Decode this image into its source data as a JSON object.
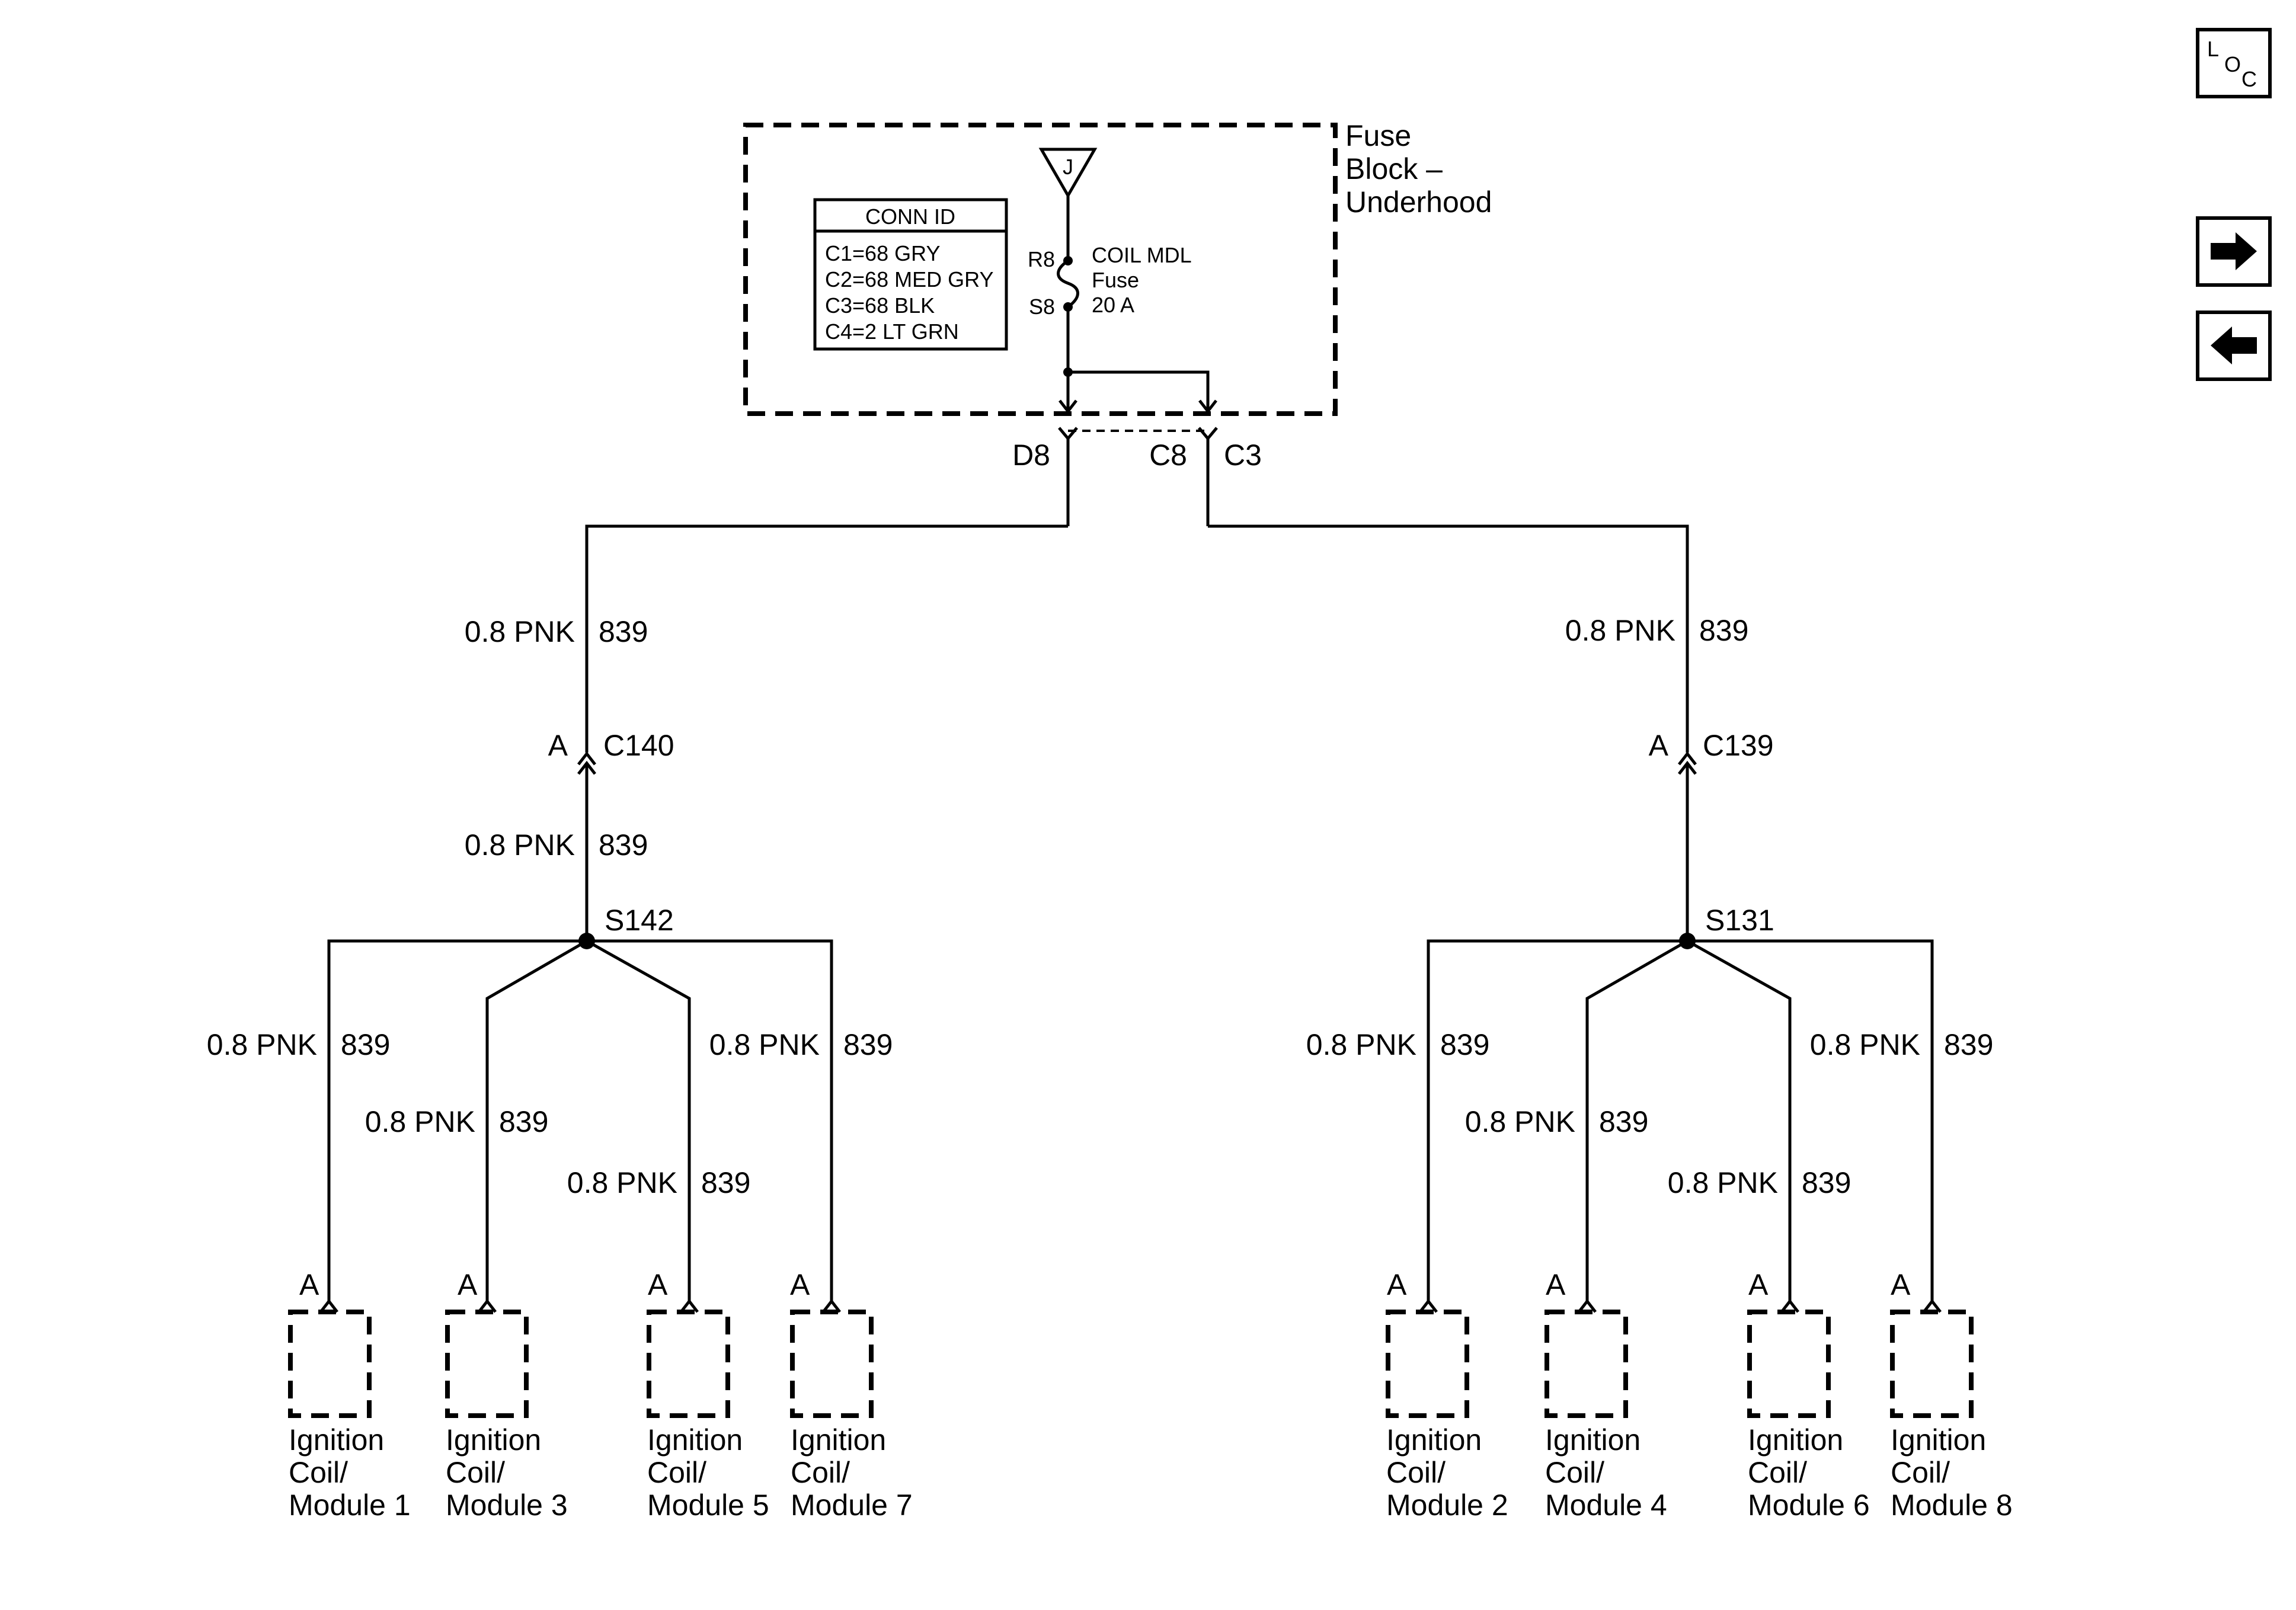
{
  "fuse_block": {
    "label_lines": [
      "Fuse",
      "Block –",
      "Underhood"
    ],
    "conn_id": {
      "title": "CONN ID",
      "rows": [
        "C1=68 GRY",
        "C2=68 MED GRY",
        "C3=68 BLK",
        "C4=2 LT GRN"
      ]
    },
    "bus_label": "J",
    "fuse": {
      "in_pin": "R8",
      "out_pin": "S8",
      "name_lines": [
        "COIL MDL",
        "Fuse",
        "20 A"
      ]
    },
    "outputs": {
      "left_pin": "D8",
      "right_pin": "C8",
      "right_connector": "C3"
    }
  },
  "wire_label": {
    "gauge_color": "0.8 PNK",
    "circuit": "839"
  },
  "branches": {
    "left": {
      "connector": {
        "pin": "A",
        "name": "C140"
      },
      "splice": "S142",
      "modules": [
        {
          "pin": "A",
          "lines": [
            "Ignition",
            "Coil/",
            "Module 1"
          ]
        },
        {
          "pin": "A",
          "lines": [
            "Ignition",
            "Coil/",
            "Module 3"
          ]
        },
        {
          "pin": "A",
          "lines": [
            "Ignition",
            "Coil/",
            "Module 5"
          ]
        },
        {
          "pin": "A",
          "lines": [
            "Ignition",
            "Coil/",
            "Module 7"
          ]
        }
      ]
    },
    "right": {
      "connector": {
        "pin": "A",
        "name": "C139"
      },
      "splice": "S131",
      "modules": [
        {
          "pin": "A",
          "lines": [
            "Ignition",
            "Coil/",
            "Module 2"
          ]
        },
        {
          "pin": "A",
          "lines": [
            "Ignition",
            "Coil/",
            "Module 4"
          ]
        },
        {
          "pin": "A",
          "lines": [
            "Ignition",
            "Coil/",
            "Module 6"
          ]
        },
        {
          "pin": "A",
          "lines": [
            "Ignition",
            "Coil/",
            "Module 8"
          ]
        }
      ]
    }
  },
  "nav": {
    "loc": {
      "l": "L",
      "o": "O",
      "c": "C",
      "icon": "location-icon"
    },
    "next": {
      "icon": "arrow-right-icon"
    },
    "prev": {
      "icon": "arrow-left-icon"
    }
  }
}
